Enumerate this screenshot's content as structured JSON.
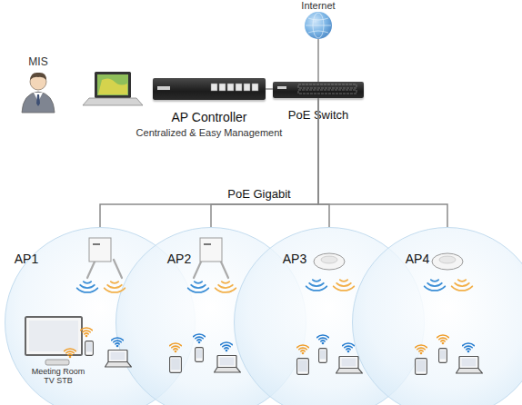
{
  "diagram": {
    "nodes": [
      {
        "text": [
          "Internet"
        ]
      },
      {
        "text": [
          "MIS"
        ]
      },
      {
        "text": [
          "AP Controller",
          "Centralized & Easy Management"
        ]
      },
      {
        "text": [
          "PoE Switch"
        ]
      },
      {
        "text": [
          "AP1"
        ]
      },
      {
        "text": [
          "AP2"
        ]
      },
      {
        "text": [
          "AP3"
        ]
      },
      {
        "text": [
          "AP4"
        ]
      }
    ],
    "edges": [
      {
        "from": 0,
        "to": 3,
        "arrow": "none"
      },
      {
        "from": 2,
        "to": 3,
        "arrow": "none"
      },
      {
        "from": 3,
        "to": 4,
        "arrow": "none"
      },
      {
        "from": 3,
        "to": 5,
        "arrow": "none"
      },
      {
        "from": 3,
        "to": 6,
        "arrow": "none"
      },
      {
        "from": 3,
        "to": 7,
        "arrow": "none"
      }
    ],
    "labels": [
      "PoE Gigabit",
      "Meeting Room TV STB"
    ]
  }
}
